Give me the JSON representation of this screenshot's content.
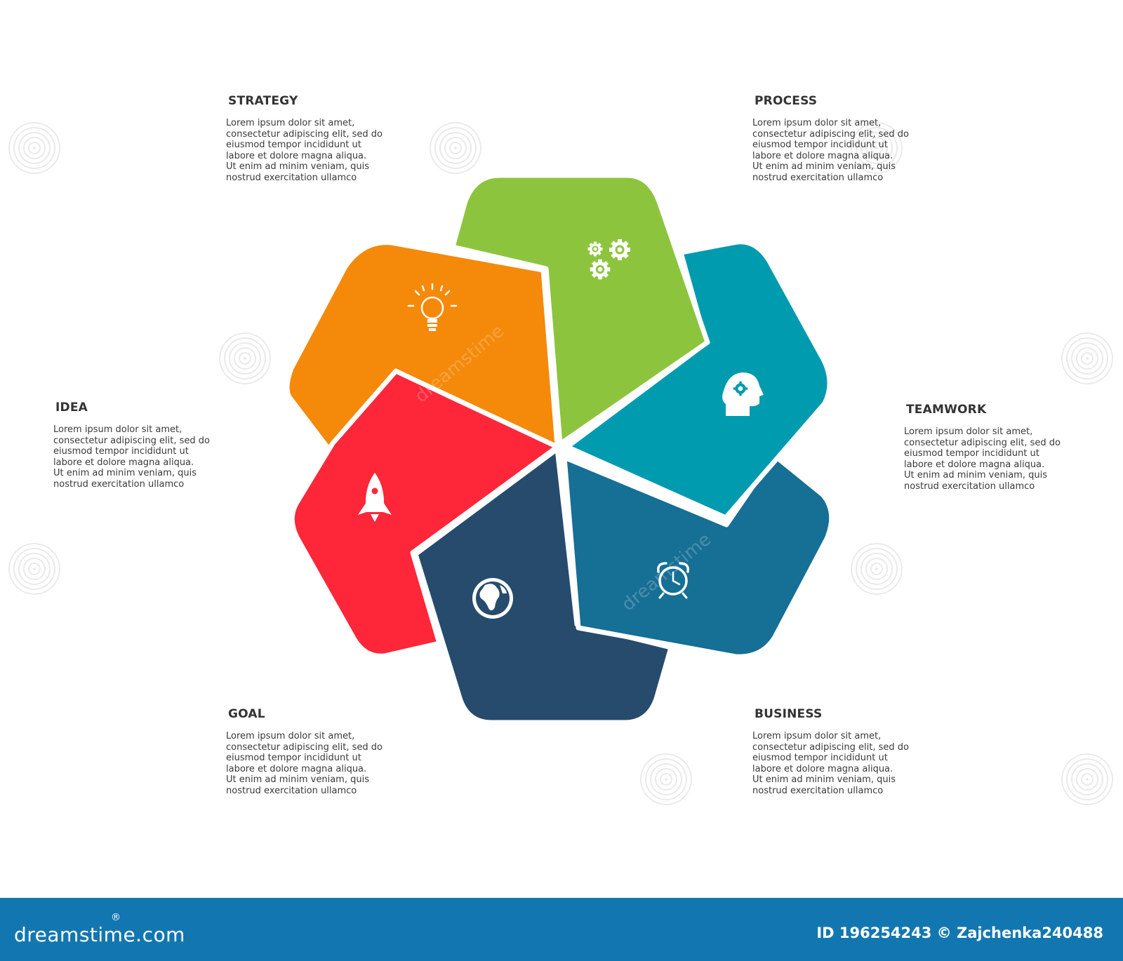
{
  "segments": [
    {
      "id": "strategy",
      "title": "STRATEGY",
      "icon": "lightbulb-icon",
      "color": "#f5890a",
      "description": "Lorem ipsum dolor sit amet,\nconsectetur adipiscing elit, sed do\neiusmod tempor incididunt ut\nlabore et dolore magna aliqua.\nUt enim ad minim veniam, quis\nnostrud exercitation ullamco"
    },
    {
      "id": "process",
      "title": "PROCESS",
      "icon": "gears-icon",
      "color": "#8dc43e",
      "description": "Lorem ipsum dolor sit amet,\nconsectetur adipiscing elit, sed do\neiusmod tempor incididunt ut\nlabore et dolore magna aliqua.\nUt enim ad minim veniam, quis\nnostrud exercitation ullamco"
    },
    {
      "id": "teamwork",
      "title": "TEAMWORK",
      "icon": "head-gear-icon",
      "color": "#009bae",
      "description": "Lorem ipsum dolor sit amet,\nconsectetur adipiscing elit, sed do\neiusmod tempor incididunt ut\nlabore et dolore magna aliqua.\nUt enim ad minim veniam, quis\nnostrud exercitation ullamco"
    },
    {
      "id": "business",
      "title": "BUSINESS",
      "icon": "alarm-clock-icon",
      "color": "#166f95",
      "description": "Lorem ipsum dolor sit amet,\nconsectetur adipiscing elit, sed do\neiusmod tempor incididunt ut\nlabore et dolore magna aliqua.\nUt enim ad minim veniam, quis\nnostrud exercitation ullamco"
    },
    {
      "id": "goal",
      "title": "GOAL",
      "icon": "globe-icon",
      "color": "#264b6c",
      "description": "Lorem ipsum dolor sit amet,\nconsectetur adipiscing elit, sed do\neiusmod tempor incididunt ut\nlabore et dolore magna aliqua.\nUt enim ad minim veniam, quis\nnostrud exercitation ullamco"
    },
    {
      "id": "idea",
      "title": "IDEA",
      "icon": "rocket-icon",
      "color": "#fe2639",
      "description": "Lorem ipsum dolor sit amet,\nconsectetur adipiscing elit, sed do\neiusmod tempor incididunt ut\nlabore et dolore magna aliqua.\nUt enim ad minim veniam, quis\nnostrud exercitation ullamco"
    }
  ],
  "footer": {
    "logo": "dreamstime.com",
    "id_text": "ID 196254243 © Zajchenka240488",
    "background": "#1277b0"
  }
}
